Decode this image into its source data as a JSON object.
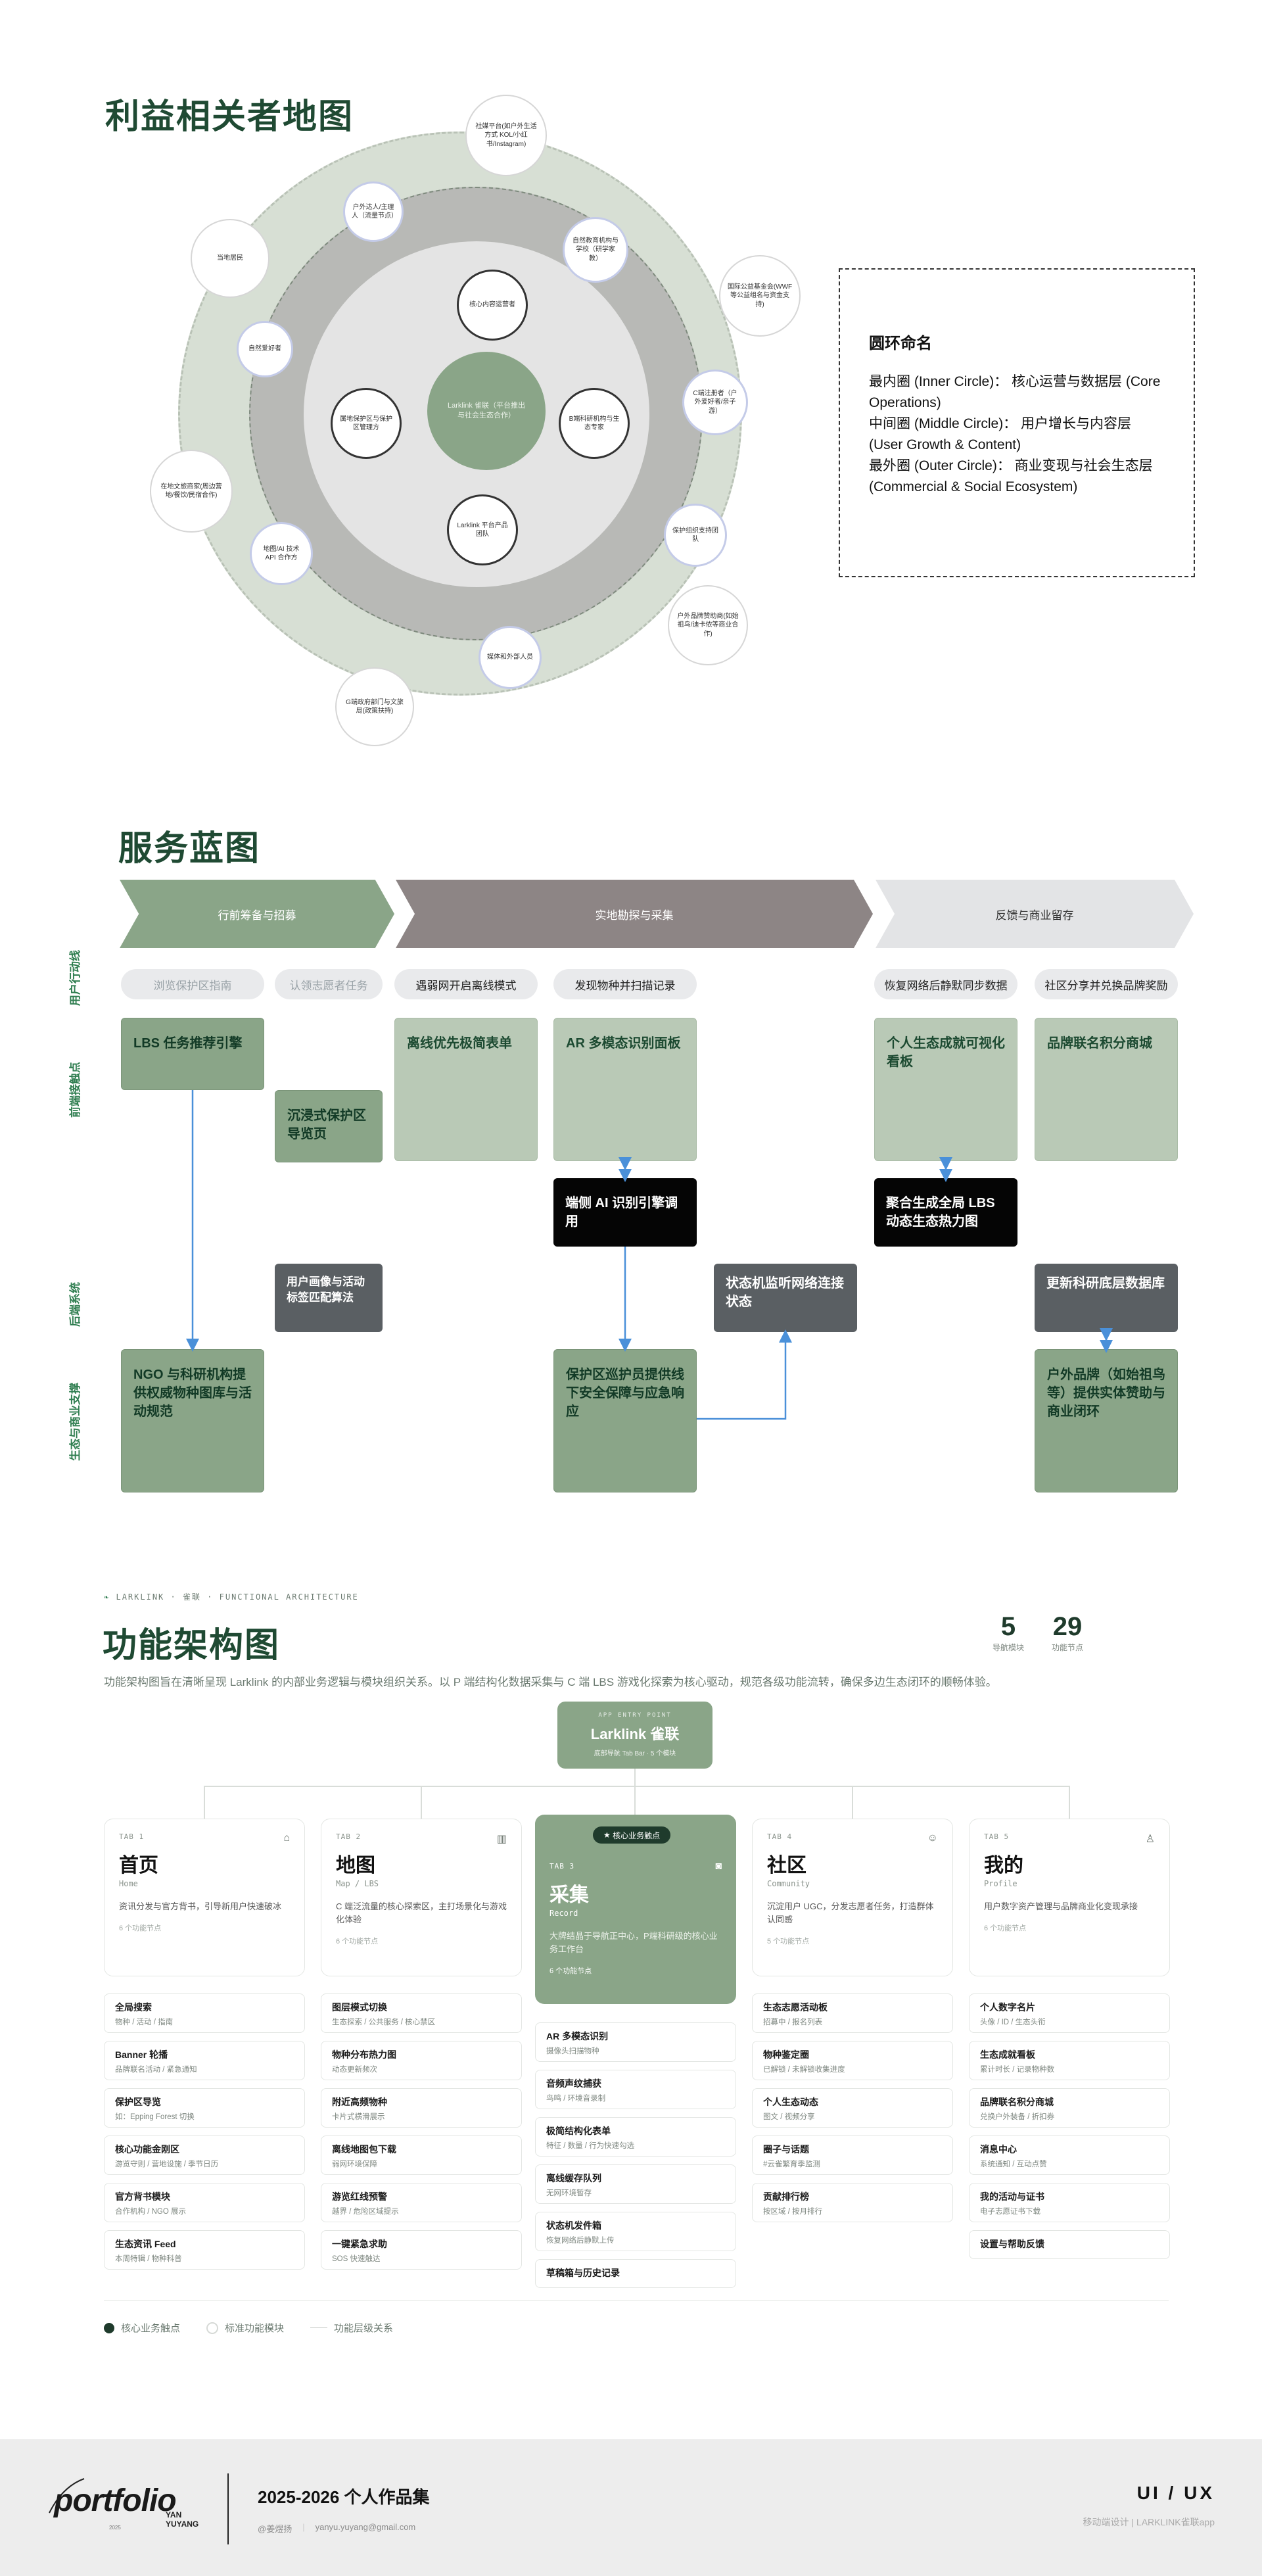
{
  "stakeholder_map": {
    "title": "利益相关者地图",
    "center": "Larklink 雀联（平台推出与社会生态合作）",
    "inner_nodes": [
      "核心内容运营者",
      "B端科研机构与生态专家",
      "Larklink 平台产品团队",
      "属地保护区与保护区管理方"
    ],
    "middle_nodes": [
      "户外达人/主理人（流量节点）",
      "自然教育机构与学校（研学家教）",
      "C端注册者（户外爱好者/亲子游）",
      "保护组织支持团队",
      "媒体和外部人员",
      "地图/AI 技术 API 合作方",
      "自然爱好者"
    ],
    "outer_nodes": [
      "社媒平台(如户外生活方式 KOL/小红书/Instagram)",
      "国际公益基金会(WWF等公益组名与资金支持)",
      "户外品牌赞助商(如始祖鸟/迪卡侬等商业合作)",
      "G端政府部门与文旅局(政策扶持)",
      "在地文旅商家(周边营地/餐饮/民宿合作)",
      "当地居民"
    ],
    "legend": {
      "title": "圆环命名",
      "lines": [
        "最内圈 (Inner Circle)： 核心运营与数据层 (Core Operations)",
        "中间圈 (Middle Circle)： 用户增长与内容层 (User Growth & Content)",
        "最外圈 (Outer Circle)： 商业变现与社会生态层 (Commercial & Social Ecosystem)"
      ]
    }
  },
  "blueprint": {
    "title": "服务蓝图",
    "phases": [
      "行前筹备与招募",
      "实地勘探与采集",
      "反馈与商业留存"
    ],
    "lanes": [
      "用户行动线",
      "前端接触点",
      "后端系统",
      "生态与商业支撑"
    ],
    "actions": [
      "浏览保护区指南",
      "认领志愿者任务",
      "遇弱网开启离线模式",
      "发现物种并扫描记录",
      "恢复网络后静默同步数据",
      "社区分享并兑换品牌奖励"
    ],
    "cards": {
      "lbs_engine": "LBS 任务推荐引擎",
      "immersive": "沉浸式保护区导览页",
      "offline_form": "离线优先极简表单",
      "ar_panel": "AR 多模态识别面板",
      "achievement": "个人生态成就可视化看板",
      "mall": "品牌联名积分商城",
      "edge_ai": "端侧 AI 识别引擎调用",
      "heatmap": "聚合生成全局 LBS 动态生态热力图",
      "profile_algo": "用户画像与活动标签匹配算法",
      "state_machine": "状态机监听网络连接状态",
      "research_db": "更新科研底层数据库",
      "ngo": "NGO 与科研机构提供权威物种图库与活动规范",
      "ranger": "保护区巡护员提供线下安全保障与应急响应",
      "brand_loop": "户外品牌（如始祖鸟等）提供实体赞助与商业闭环"
    }
  },
  "architecture": {
    "eyebrow": "LARKLINK · 雀联 · FUNCTIONAL ARCHITECTURE",
    "title": "功能架构图",
    "desc": "功能架构图旨在清晰呈现 Larklink 的内部业务逻辑与模块组织关系。以 P 端结构化数据采集与 C 端 LBS 游戏化探索为核心驱动，规范各级功能流转，确保多边生态闭环的顺畅体验。",
    "stats": [
      {
        "value": "5",
        "label": "导航模块"
      },
      {
        "value": "29",
        "label": "功能节点"
      }
    ],
    "root": {
      "eyebrow": "APP ENTRY POINT",
      "name": "Larklink 雀联",
      "sub": "底部导航 Tab Bar · 5 个模块"
    },
    "tabs": [
      {
        "no": "TAB 1",
        "name": "首页",
        "en": "Home",
        "icon": "home-icon",
        "desc": "资讯分发与官方背书，引导新用户快速破冰",
        "count": "6 个功能节点",
        "items": [
          [
            "全局搜索",
            "物种 / 活动 / 指南"
          ],
          [
            "Banner 轮播",
            "品牌联名活动 / 紧急通知"
          ],
          [
            "保护区导览",
            "如：Epping Forest 切换"
          ],
          [
            "核心功能金刚区",
            "游览守则 / 营地设施 / 季节日历"
          ],
          [
            "官方背书模块",
            "合作机构 / NGO 展示"
          ],
          [
            "生态资讯 Feed",
            "本周特辑 / 物种科普"
          ]
        ]
      },
      {
        "no": "TAB 2",
        "name": "地图",
        "en": "Map / LBS",
        "icon": "map-icon",
        "desc": "C 端泛流量的核心探索区，主打场景化与游戏化体验",
        "count": "6 个功能节点",
        "items": [
          [
            "图层模式切换",
            "生态探索 / 公共服务 / 核心禁区"
          ],
          [
            "物种分布热力图",
            "动态更新频次"
          ],
          [
            "附近高频物种",
            "卡片式横滑展示"
          ],
          [
            "离线地图包下载",
            "弱网环境保障"
          ],
          [
            "游览红线预警",
            "越界 / 危险区域提示"
          ],
          [
            "一键紧急求助",
            "SOS 快速触达"
          ]
        ]
      },
      {
        "no": "TAB 3",
        "name": "采集",
        "en": "Record",
        "icon": "camera-icon",
        "badge": "核心业务触点",
        "desc": "大牌结晶于导航正中心，P端科研级的核心业务工作台",
        "count": "6 个功能节点",
        "items": [
          [
            "AR 多模态识别",
            "摄像头扫描物种"
          ],
          [
            "音频声纹捕获",
            "鸟鸣 / 环境音录制"
          ],
          [
            "极简结构化表单",
            "特征 / 数量 / 行为快速勾选"
          ],
          [
            "离线缓存队列",
            "无网环境暂存"
          ],
          [
            "状态机发件箱",
            "恢复网络后静默上传"
          ],
          [
            "草稿箱与历史记录",
            ""
          ]
        ]
      },
      {
        "no": "TAB 4",
        "name": "社区",
        "en": "Community",
        "icon": "users-icon",
        "desc": "沉淀用户 UGC，分发志愿者任务，打造群体认同感",
        "count": "5 个功能节点",
        "items": [
          [
            "生态志愿活动板",
            "招募中 / 报名列表"
          ],
          [
            "物种鉴定圈",
            "已解锁 / 未解锁收集进度"
          ],
          [
            "个人生态动态",
            "图文 / 视频分享"
          ],
          [
            "圈子与话题",
            "#云雀繁育季监测"
          ],
          [
            "贡献排行榜",
            "按区域 / 按月排行"
          ]
        ]
      },
      {
        "no": "TAB 5",
        "name": "我的",
        "en": "Profile",
        "icon": "user-icon",
        "desc": "用户数字资产管理与品牌商业化变现承接",
        "count": "6 个功能节点",
        "items": [
          [
            "个人数字名片",
            "头像 / ID / 生态头衔"
          ],
          [
            "生态成就看板",
            "累计时长 / 记录物种数"
          ],
          [
            "品牌联名积分商城",
            "兑换户外装备 / 折扣券"
          ],
          [
            "消息中心",
            "系统通知 / 互动点赞"
          ],
          [
            "我的活动与证书",
            "电子志愿证书下载"
          ],
          [
            "设置与帮助反馈",
            ""
          ]
        ]
      }
    ],
    "legend": [
      "核心业务触点",
      "标准功能模块",
      "功能层级关系"
    ]
  },
  "footer": {
    "logo": "portfolio",
    "logo_name": "YAN YUYANG",
    "logo_small": "2025",
    "title": "2025-2026 个人作品集",
    "author": "@姜煜扬",
    "email": "yanyu.yuyang@gmail.com",
    "tag": "UI / UX",
    "tag_sub": "移动端设计 | LARKLINK雀联app"
  },
  "colors": {
    "primary_green": "#8aa588",
    "dark_green": "#1f4a33",
    "accent_blue": "#4a90d9",
    "slate": "#5a5f63"
  }
}
